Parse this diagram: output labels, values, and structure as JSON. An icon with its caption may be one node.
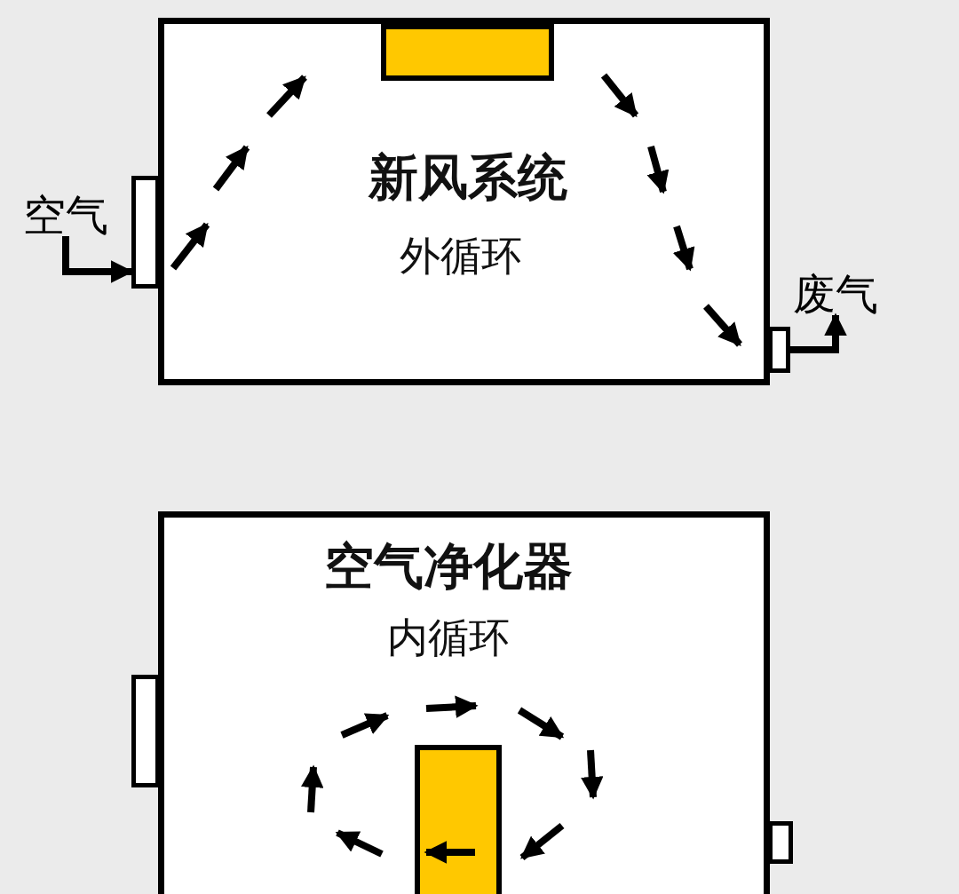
{
  "diagram": {
    "nodes": [
      {
        "text": [
          "新风系统",
          "外循环"
        ]
      },
      {
        "text": [],
        "shape": "box",
        "in": 0
      },
      {
        "text": [],
        "shape": "box"
      },
      {
        "text": [],
        "shape": "box"
      },
      {
        "text": [
          "空气"
        ]
      },
      {
        "text": [
          "废气"
        ]
      },
      {
        "text": [
          "空气净化器",
          "内循环"
        ]
      },
      {
        "text": [],
        "shape": "box",
        "in": 6
      },
      {
        "text": [],
        "shape": "box"
      },
      {
        "text": [],
        "shape": "box"
      }
    ],
    "edges": [
      {
        "from": 4,
        "to": 2,
        "arrow": "to"
      },
      {
        "from": 3,
        "to": 5,
        "arrow": "to"
      }
    ]
  }
}
